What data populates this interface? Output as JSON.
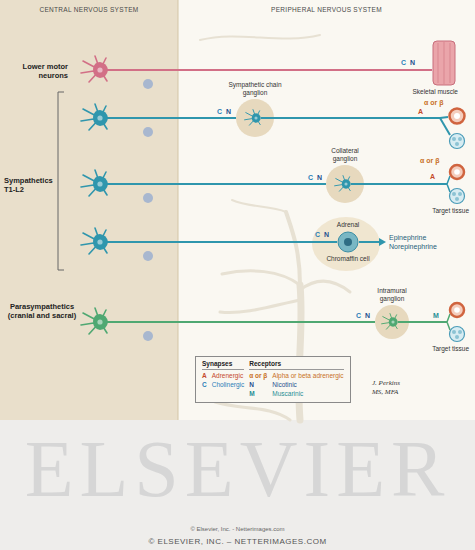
{
  "diagram": {
    "nodes": [
      {
        "text": [
          "CENTRAL NERVOUS SYSTEM"
        ]
      },
      {
        "text": [
          "PERIPHERAL NERVOUS SYSTEM"
        ]
      },
      {
        "text": [
          "Skeletal muscle"
        ],
        "in": 1
      },
      {
        "text": [
          "Sympathetic chain ganglion"
        ],
        "in": 1
      },
      {
        "text": [
          "Collateral ganglion"
        ],
        "in": 1
      },
      {
        "text": [
          "Target tissue"
        ],
        "in": 1
      },
      {
        "text": [
          "Adrenal",
          "Chromaffin cell"
        ],
        "in": 1
      },
      {
        "text": [
          "Intramural ganglion"
        ],
        "in": 1
      },
      {
        "text": [
          "Target tissue"
        ],
        "in": 1
      },
      {
        "text": [
          "Synapses",
          "Receptors",
          "A",
          "Adrenergic",
          "α or β",
          "Alpha or beta adrenergic",
          "C",
          "Cholinergic",
          "N",
          "Nicotinic",
          "M",
          "Muscarinic"
        ],
        "in": 1
      }
    ],
    "edges": [
      {
        "from": 0,
        "to": 2,
        "arrow": "none"
      },
      {
        "from": 0,
        "to": 3,
        "arrow": "none"
      },
      {
        "from": 0,
        "to": 4,
        "arrow": "none"
      },
      {
        "from": 4,
        "to": 5,
        "arrow": "none"
      },
      {
        "from": 0,
        "to": 6,
        "arrow": "none"
      },
      {
        "from": 0,
        "to": 7,
        "arrow": "none"
      },
      {
        "from": 7,
        "to": 8,
        "arrow": "none"
      }
    ],
    "labels": [
      "Lower motor neurons",
      "C",
      "N",
      "Sympathetics T1-L2",
      "C",
      "N",
      "A",
      "α or β",
      "C",
      "N",
      "α or β",
      "A",
      "C",
      "N",
      "Epinephrine",
      "Norepinephrine",
      "Parasympathetics (cranial and sacral)",
      "C",
      "N",
      "M",
      "J. Perkins MS, MFA",
      "ELSEVIER",
      "© Elsevier, Inc. - Netterimages.com",
      "© ELSEVIER, INC. – NETTERIMAGES.COM"
    ]
  }
}
